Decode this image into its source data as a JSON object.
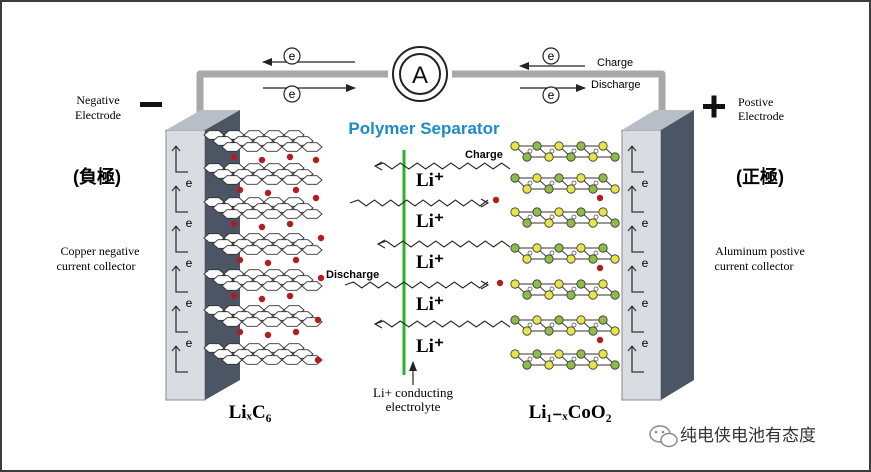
{
  "labels": {
    "ammeter": "A",
    "electron": "e",
    "charge": "Charge",
    "discharge": "Discharge",
    "neg_electrode": [
      "Negative",
      "Electrode"
    ],
    "pos_electrode": [
      "Postive",
      "Electrode"
    ],
    "minus": "−",
    "plus": "+",
    "polymer_separator": "Polymer Separator",
    "neg_cn": "(負極)",
    "pos_cn": "(正極)",
    "copper_collector": [
      "Copper negative",
      "current collector"
    ],
    "aluminum_collector": [
      "Aluminum postive",
      "current collector"
    ],
    "li_ion": "Li⁺",
    "electrolyte": [
      "Li+ conducting",
      "electrolyte"
    ],
    "anode_formula": "LiₓC₆",
    "cathode_formula": "Li₁₋ₓCoO₂",
    "watermark": "纯电侠电池有态度"
  },
  "colors": {
    "wire": "#a8a8a8",
    "collector_face": "#d9dde2",
    "collector_side": "#4c5563",
    "li_ball": "#b01c20",
    "separator": "#29b32c",
    "separator_title": "#1f8ac6",
    "oxide_yellow": "#e6e44a",
    "oxide_green": "#8fbb48"
  }
}
